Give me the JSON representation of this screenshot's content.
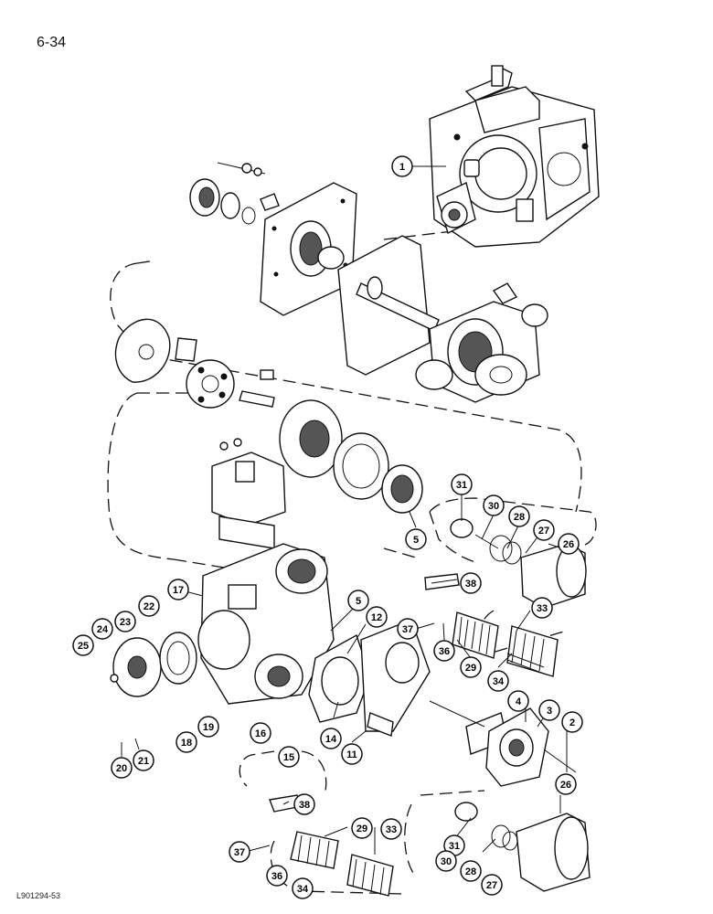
{
  "page_number": "6-34",
  "figure_code": "L901294-53",
  "callouts": [
    {
      "label": "1"
    },
    {
      "label": "31"
    },
    {
      "label": "30"
    },
    {
      "label": "28"
    },
    {
      "label": "27"
    },
    {
      "label": "26"
    },
    {
      "label": "5"
    },
    {
      "label": "38"
    },
    {
      "label": "17"
    },
    {
      "label": "22"
    },
    {
      "label": "23"
    },
    {
      "label": "24"
    },
    {
      "label": "25"
    },
    {
      "label": "5"
    },
    {
      "label": "12"
    },
    {
      "label": "37"
    },
    {
      "label": "33"
    },
    {
      "label": "36"
    },
    {
      "label": "29"
    },
    {
      "label": "34"
    },
    {
      "label": "4"
    },
    {
      "label": "3"
    },
    {
      "label": "2"
    },
    {
      "label": "19"
    },
    {
      "label": "18"
    },
    {
      "label": "16"
    },
    {
      "label": "14"
    },
    {
      "label": "15"
    },
    {
      "label": "11"
    },
    {
      "label": "20"
    },
    {
      "label": "21"
    },
    {
      "label": "38"
    },
    {
      "label": "29"
    },
    {
      "label": "33"
    },
    {
      "label": "26"
    },
    {
      "label": "37"
    },
    {
      "label": "31"
    },
    {
      "label": "36"
    },
    {
      "label": "30"
    },
    {
      "label": "28"
    },
    {
      "label": "34"
    },
    {
      "label": "27"
    }
  ]
}
